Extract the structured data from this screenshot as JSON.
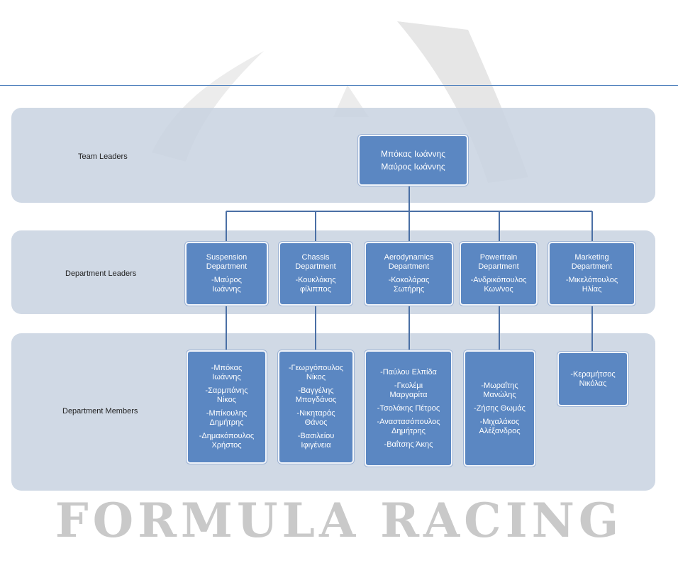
{
  "watermark": {
    "text": "FORMULA RACING"
  },
  "bands": {
    "team_leaders": "Team Leaders",
    "department_leaders": "Department Leaders",
    "department_members": "Department Members"
  },
  "team_leaders": [
    "Μπόκας Ιωάννης",
    "Μαύρος Ιωάννης"
  ],
  "departments": [
    {
      "name": [
        "Suspension",
        "Department"
      ],
      "leader": [
        "-Μαύρος",
        "Ιωάννης"
      ],
      "members": [
        [
          "-Μπόκας",
          "Ιωάννης"
        ],
        [
          "-Σαρμπάνης",
          "Νίκος"
        ],
        [
          "-Μπίκουλης",
          "Δημήτρης"
        ],
        [
          "-Δημακόπουλος",
          "Χρήστος"
        ]
      ]
    },
    {
      "name": [
        "Chassis",
        "Department"
      ],
      "leader": [
        "-Κουκλάκης",
        "φίλιππος"
      ],
      "members": [
        [
          "-Γεωργόπουλος",
          "Νίκος"
        ],
        [
          "-Βαγγέλης",
          "Μπογδάνος"
        ],
        [
          "-Νικηταράς",
          "Θάνος"
        ],
        [
          "-Βασιλείου",
          "Ιφιγένεια"
        ]
      ]
    },
    {
      "name": [
        "Aerodynamics",
        "Department"
      ],
      "leader": [
        "-Κοκολάρας",
        "Σωτήρης"
      ],
      "members": [
        [
          "-Παύλου Ελπίδα"
        ],
        [
          "-Γκολέμι",
          "Μαργαρίτα"
        ],
        [
          "-Τσολάκης Πέτρος"
        ],
        [
          "-Αναστασόπουλος",
          "Δημήτρης"
        ],
        [
          "-Βαΐτσης Άκης"
        ]
      ]
    },
    {
      "name": [
        "Powertrain",
        "Department"
      ],
      "leader": [
        "-Ανδρικόπουλος",
        "Κων/νος"
      ],
      "members": [
        [
          "-Μωραΐτης",
          "Μανώλης"
        ],
        [
          "-Ζήσης Θωμάς"
        ],
        [
          "-Μιχαλάκος",
          "Αλέξανδρος"
        ]
      ]
    },
    {
      "name": [
        "Marketing",
        "Department"
      ],
      "leader": [
        "-Μικελόπουλος",
        "Ηλίας"
      ],
      "members": [
        [
          "-Κεραμήτσος",
          "Νικόλας"
        ]
      ]
    }
  ],
  "colors": {
    "node_fill": "#5b87c2",
    "band_fill": "#c8d2e1",
    "connector": "#4a6fa5",
    "watermark": "#c9c9c9"
  }
}
